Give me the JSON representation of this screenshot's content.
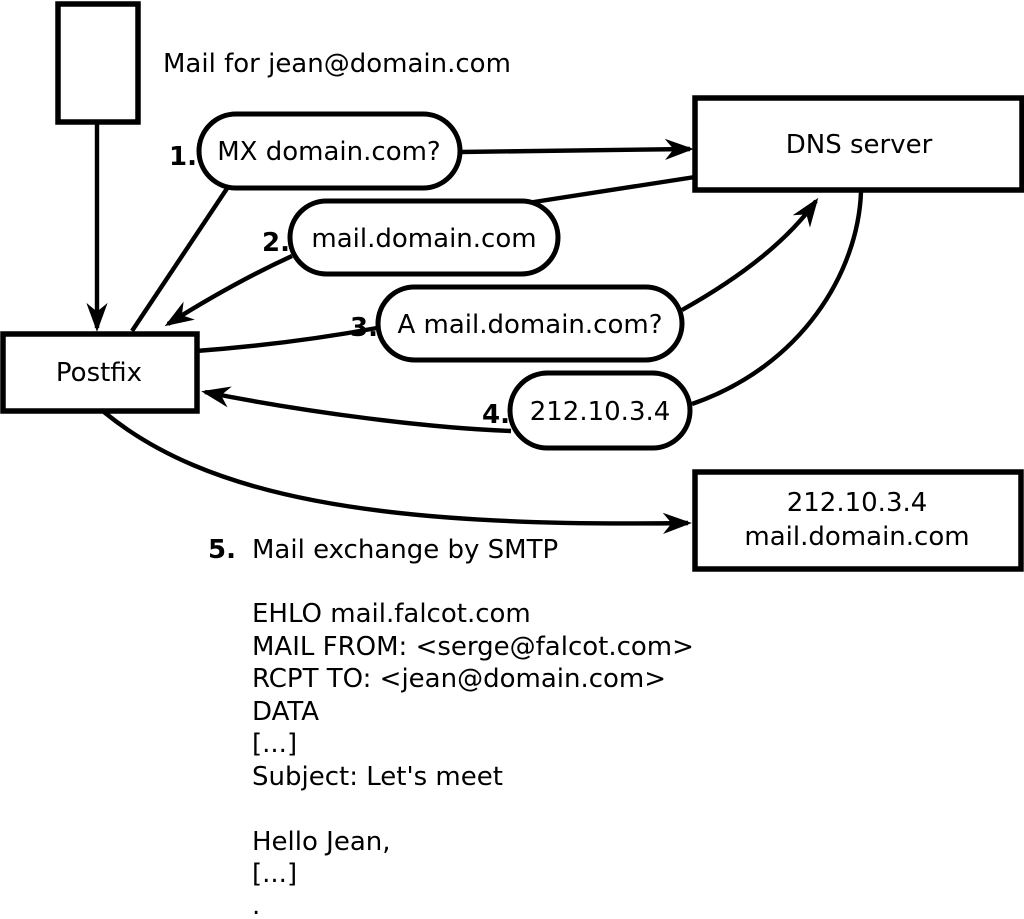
{
  "colors": {
    "ink": "#000000",
    "background": "#ffffff"
  },
  "title": "Mail for jean@domain.com",
  "nodes": {
    "postfix": {
      "label": "Postfix"
    },
    "dns": {
      "label": "DNS server"
    },
    "mail_server": {
      "ip": "212.10.3.4",
      "hostname": "mail.domain.com"
    }
  },
  "steps": [
    {
      "num": "1.",
      "label": "MX domain.com?"
    },
    {
      "num": "2.",
      "label": "mail.domain.com"
    },
    {
      "num": "3.",
      "label": "A mail.domain.com?"
    },
    {
      "num": "4.",
      "label": "212.10.3.4"
    },
    {
      "num": "5.",
      "label": "Mail exchange by SMTP"
    }
  ],
  "smtp_session": {
    "lines": [
      "EHLO mail.falcot.com",
      "MAIL FROM: <serge@falcot.com>",
      "RCPT TO: <jean@domain.com>",
      "DATA",
      "[...]",
      "Subject: Let's meet",
      "",
      "Hello Jean,",
      "[...]",
      "."
    ]
  }
}
